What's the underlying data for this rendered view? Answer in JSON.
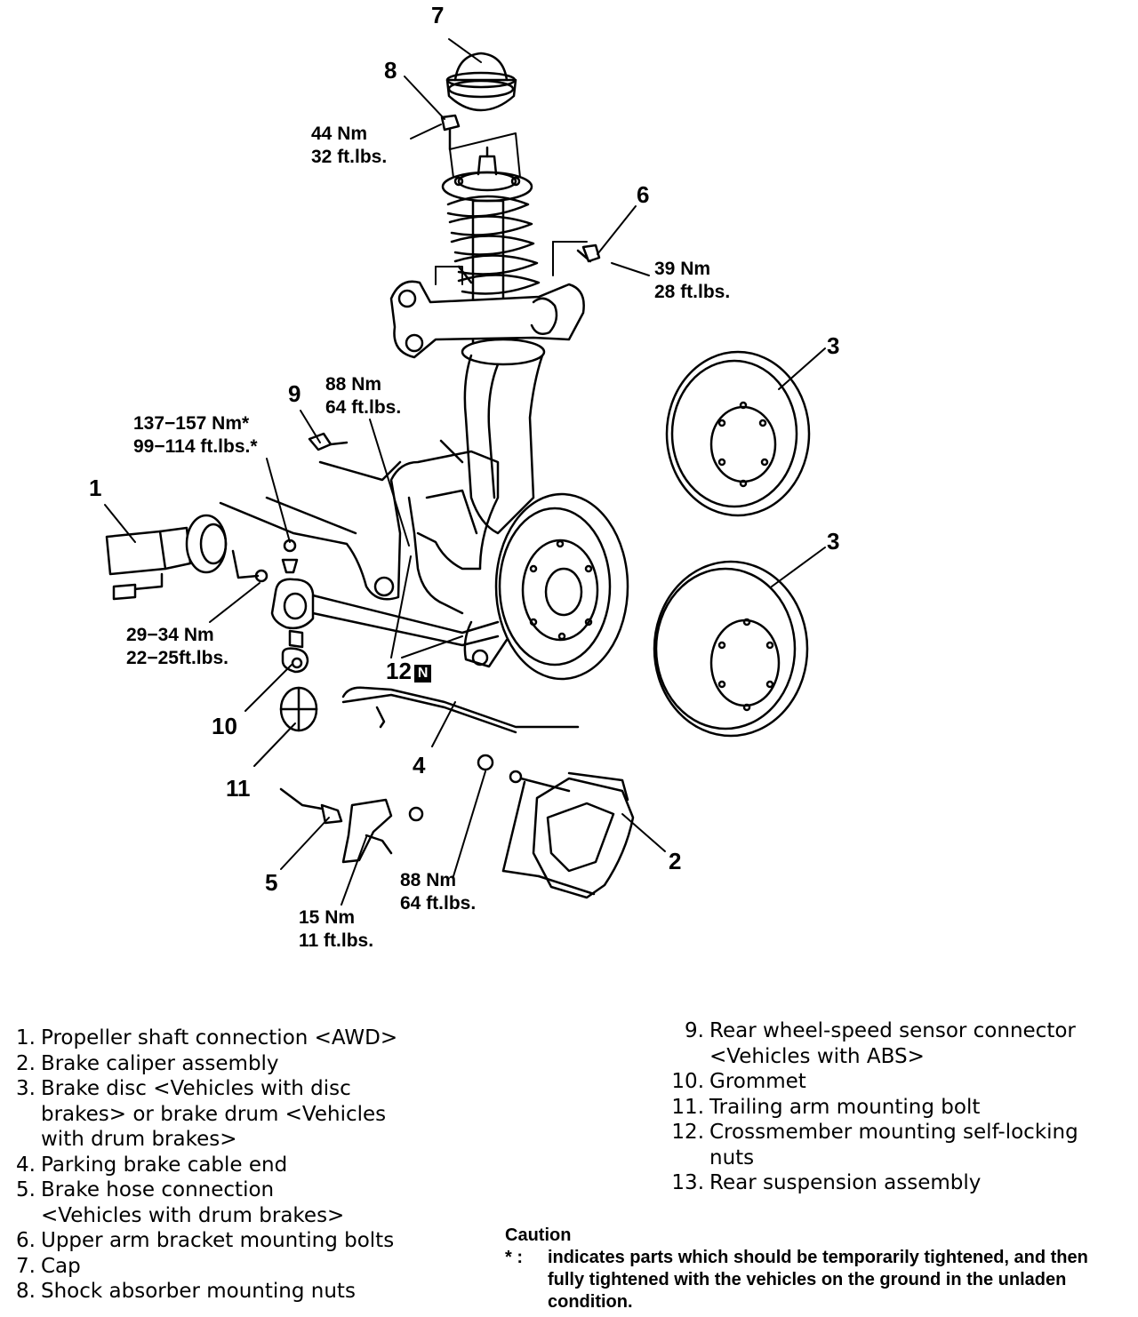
{
  "callouts": {
    "c1": "1",
    "c2": "2",
    "c3a": "3",
    "c3b": "3",
    "c4": "4",
    "c5": "5",
    "c6": "6",
    "c7": "7",
    "c8": "8",
    "c9": "9",
    "c10": "10",
    "c11": "11",
    "c12": "12",
    "c12_badge": "N"
  },
  "torques": {
    "t8": {
      "nm": "44 Nm",
      "ftlb": "32 ft.lbs."
    },
    "t6": {
      "nm": "39 Nm",
      "ftlb": "28 ft.lbs."
    },
    "t12": {
      "nm": "88 Nm",
      "ftlb": "64 ft.lbs."
    },
    "t11": {
      "nm": "137−157 Nm*",
      "ftlb": "99−114 ft.lbs.*"
    },
    "t1": {
      "nm": "29−34 Nm",
      "ftlb": "22−25ft.lbs."
    },
    "t2": {
      "nm": "88 Nm",
      "ftlb": "64 ft.lbs."
    },
    "t5": {
      "nm": "15 Nm",
      "ftlb": "11 ft.lbs."
    }
  },
  "legend": {
    "left": [
      {
        "num": "1.",
        "lines": [
          "Propeller shaft connection <AWD>"
        ]
      },
      {
        "num": "2.",
        "lines": [
          "Brake caliper assembly"
        ]
      },
      {
        "num": "3.",
        "lines": [
          "Brake disc <Vehicles with disc",
          "brakes> or brake drum <Vehicles",
          "with drum brakes>"
        ]
      },
      {
        "num": "4.",
        "lines": [
          "Parking brake cable end"
        ]
      },
      {
        "num": "5.",
        "lines": [
          "Brake hose connection",
          "<Vehicles with drum brakes>"
        ]
      },
      {
        "num": "6.",
        "lines": [
          "Upper arm bracket mounting bolts"
        ]
      },
      {
        "num": "7.",
        "lines": [
          "Cap"
        ]
      },
      {
        "num": "8.",
        "lines": [
          "Shock absorber mounting nuts"
        ]
      }
    ],
    "right": [
      {
        "num": "9.",
        "lines": [
          "Rear wheel-speed sensor connector",
          "<Vehicles with ABS>"
        ]
      },
      {
        "num": "10.",
        "lines": [
          "Grommet"
        ]
      },
      {
        "num": "11.",
        "lines": [
          "Trailing arm mounting bolt"
        ]
      },
      {
        "num": "12.",
        "lines": [
          "Crossmember mounting self-locking",
          "nuts"
        ]
      },
      {
        "num": "13.",
        "lines": [
          "Rear suspension assembly"
        ]
      }
    ]
  },
  "caution": {
    "title": "Caution",
    "mark": "* :",
    "text": "indicates parts which should be temporarily tightened, and then fully tightened with the vehicles on the ground in the unladen condition."
  }
}
